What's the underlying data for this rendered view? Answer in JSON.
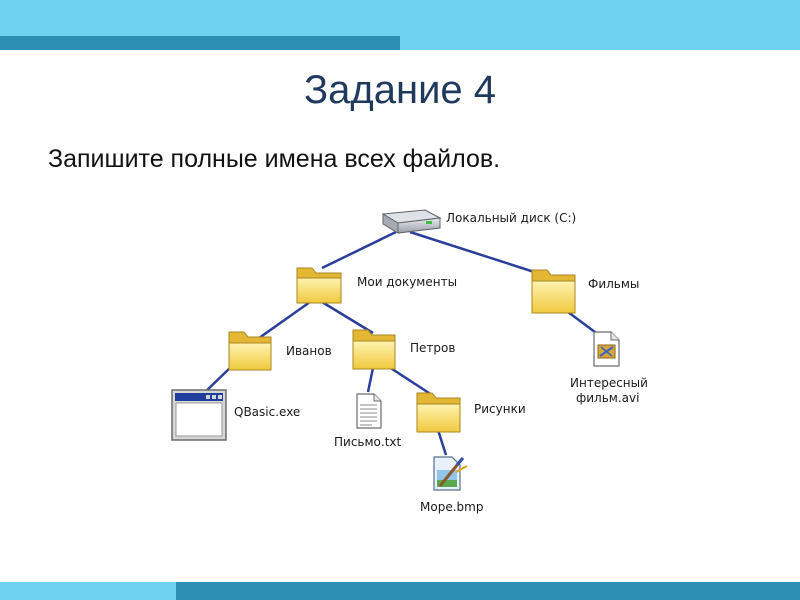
{
  "slide": {
    "title": "Задание 4",
    "task": "Запишите полные имена всех файлов."
  },
  "tree": {
    "drive": "Локальный диск (C:)",
    "my_documents": "Мои документы",
    "films": "Фильмы",
    "ivanov": "Иванов",
    "petrov": "Петров",
    "pictures": "Рисунки",
    "qbasic": "QBasic.exe",
    "letter": "Письмо.txt",
    "sea": "Море.bmp",
    "film_file_line1": "Интересный",
    "film_file_line2": "фильм.avi"
  },
  "colors": {
    "connector": "#2b3e9a",
    "folder": "#f3d35e",
    "band_light": "#6fd3ef",
    "band_dark": "#2c90b4"
  }
}
